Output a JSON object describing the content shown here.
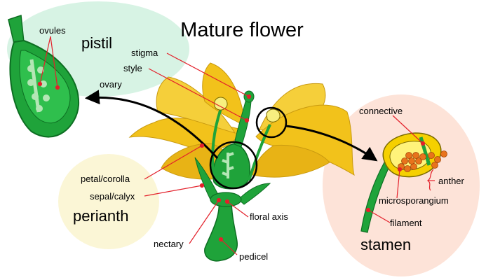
{
  "title": "Mature flower",
  "groups": {
    "pistil": "pistil",
    "perianth": "perianth",
    "stamen": "stamen"
  },
  "labels": {
    "ovules": "ovules",
    "ovary": "ovary",
    "stigma": "stigma",
    "style": "style",
    "petal_corolla": "petal/corolla",
    "sepal_calyx": "sepal/calyx",
    "nectary": "nectary",
    "floral_axis": "floral axis",
    "pedicel": "pedicel",
    "connective": "connective",
    "anther": "anther",
    "microsporangium": "microsporangium",
    "filament": "filament"
  },
  "colors": {
    "petal": "#f2c21b",
    "petal_dark": "#c99a10",
    "green": "#1fa33a",
    "green_dark": "#0d6e22",
    "pistil_bg": "#d7f3e4",
    "perianth_bg": "#fbf6d6",
    "stamen_bg": "#fde3d8",
    "pointer": "#e3212b",
    "pollen": "#e8731c"
  }
}
